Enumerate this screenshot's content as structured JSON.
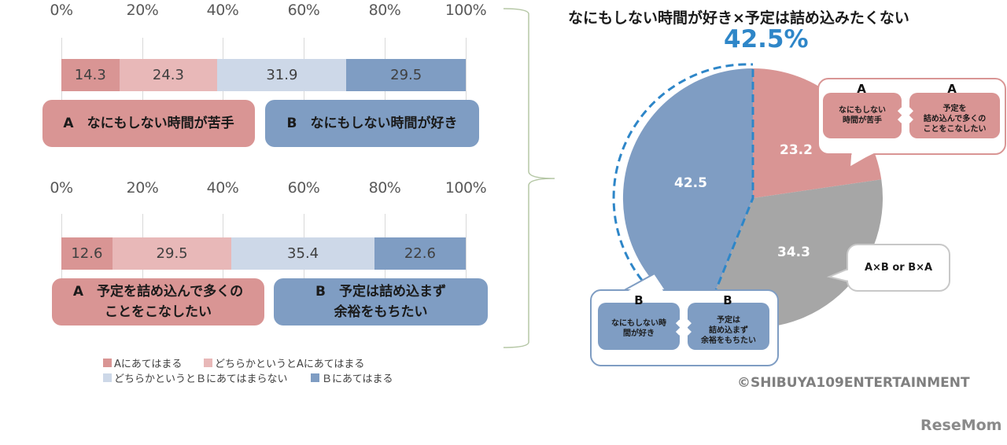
{
  "colors": {
    "a_strong": "#d99594",
    "a_weak": "#e8b8b8",
    "b_weak": "#cdd8e8",
    "b_strong": "#7f9dc3",
    "gray": "#a6a6a6",
    "accent_blue": "#2e86c8",
    "bracket": "#b5c7a5"
  },
  "left": {
    "axis_ticks": [
      "0%",
      "20%",
      "40%",
      "60%",
      "80%",
      "100%"
    ],
    "chart1": {
      "values": [
        "14.3",
        "24.3",
        "31.9",
        "29.5"
      ],
      "label_a": "A　なにもしない時間が苦手",
      "label_b": "B　なにもしない時間が好き"
    },
    "chart2": {
      "values": [
        "12.6",
        "29.5",
        "35.4",
        "22.6"
      ],
      "label_a_line1": "A　予定を詰め込んで多くの",
      "label_a_line2": "ことをこなしたい",
      "label_b_line1": "B　予定は詰め込まず",
      "label_b_line2": "余裕をもちたい"
    },
    "legend": [
      "Aにあてはまる",
      "どちらかというとAにあてはまる",
      "どちらかというとＢにあてはまらない",
      "Ｂにあてはまる"
    ]
  },
  "right": {
    "title": "なにもしない時間が好き×予定は詰め込みたくない",
    "headline": "42.5%",
    "pie_labels": {
      "a": "23.2",
      "mixed": "34.3",
      "b": "42.5"
    },
    "callout_a": {
      "left_head": "A",
      "left_line1": "なにもしない",
      "left_line2": "時間が苦手",
      "right_head": "A",
      "right_line1": "予定を",
      "right_line2": "詰め込んで多くの",
      "right_line3": "ことをこなしたい"
    },
    "callout_mixed": "A×B or B×A",
    "callout_b": {
      "left_head": "B",
      "left_line1": "なにもしない時",
      "left_line2": "間が好き",
      "right_head": "B",
      "right_line1": "予定は",
      "right_line2": "詰め込まず",
      "right_line3": "余裕をもちたい"
    },
    "cross_glyph": "✖"
  },
  "chart_data": [
    {
      "type": "bar",
      "orientation": "horizontal-stacked-100%",
      "title": "",
      "categories": [
        "なにもしない時間"
      ],
      "series": [
        {
          "name": "Aにあてはまる",
          "values": [
            14.3
          ]
        },
        {
          "name": "どちらかというとAにあてはまる",
          "values": [
            24.3
          ]
        },
        {
          "name": "どちらかというとＢにあてはまらない",
          "values": [
            31.9
          ]
        },
        {
          "name": "Ｂにあてはまる",
          "values": [
            29.5
          ]
        }
      ],
      "annotations": [
        "A なにもしない時間が苦手",
        "B なにもしない時間が好き"
      ],
      "xlim": [
        0,
        100
      ],
      "xticks": [
        "0%",
        "20%",
        "40%",
        "60%",
        "80%",
        "100%"
      ],
      "grid": true,
      "legend_position": "bottom"
    },
    {
      "type": "bar",
      "orientation": "horizontal-stacked-100%",
      "title": "",
      "categories": [
        "予定"
      ],
      "series": [
        {
          "name": "Aにあてはまる",
          "values": [
            12.6
          ]
        },
        {
          "name": "どちらかというとAにあてはまる",
          "values": [
            29.5
          ]
        },
        {
          "name": "どちらかというとＢにあてはまらない",
          "values": [
            35.4
          ]
        },
        {
          "name": "Ｂにあてはまる",
          "values": [
            22.6
          ]
        }
      ],
      "annotations": [
        "A 予定を詰め込んで多くのことをこなしたい",
        "B 予定は詰め込まず余裕をもちたい"
      ],
      "xlim": [
        0,
        100
      ],
      "xticks": [
        "0%",
        "20%",
        "40%",
        "60%",
        "80%",
        "100%"
      ],
      "grid": true,
      "legend_position": "bottom"
    },
    {
      "type": "pie",
      "title": "なにもしない時間が好き×予定は詰め込みたくない",
      "subtitle": "42.5%",
      "categories": [
        "A×A",
        "A×B or B×A",
        "B×B"
      ],
      "values": [
        23.2,
        34.3,
        42.5
      ],
      "annotations": [
        "A なにもしない時間が苦手 × A 予定を詰め込んで多くのことをこなしたい",
        "A×B or B×A",
        "B なにもしない時間が好き × B 予定は詰め込まず余裕をもちたい"
      ]
    }
  ],
  "footer": {
    "copyright": "©SHIBUYA109ENTERTAINMENT",
    "logo": "ReseMom"
  }
}
